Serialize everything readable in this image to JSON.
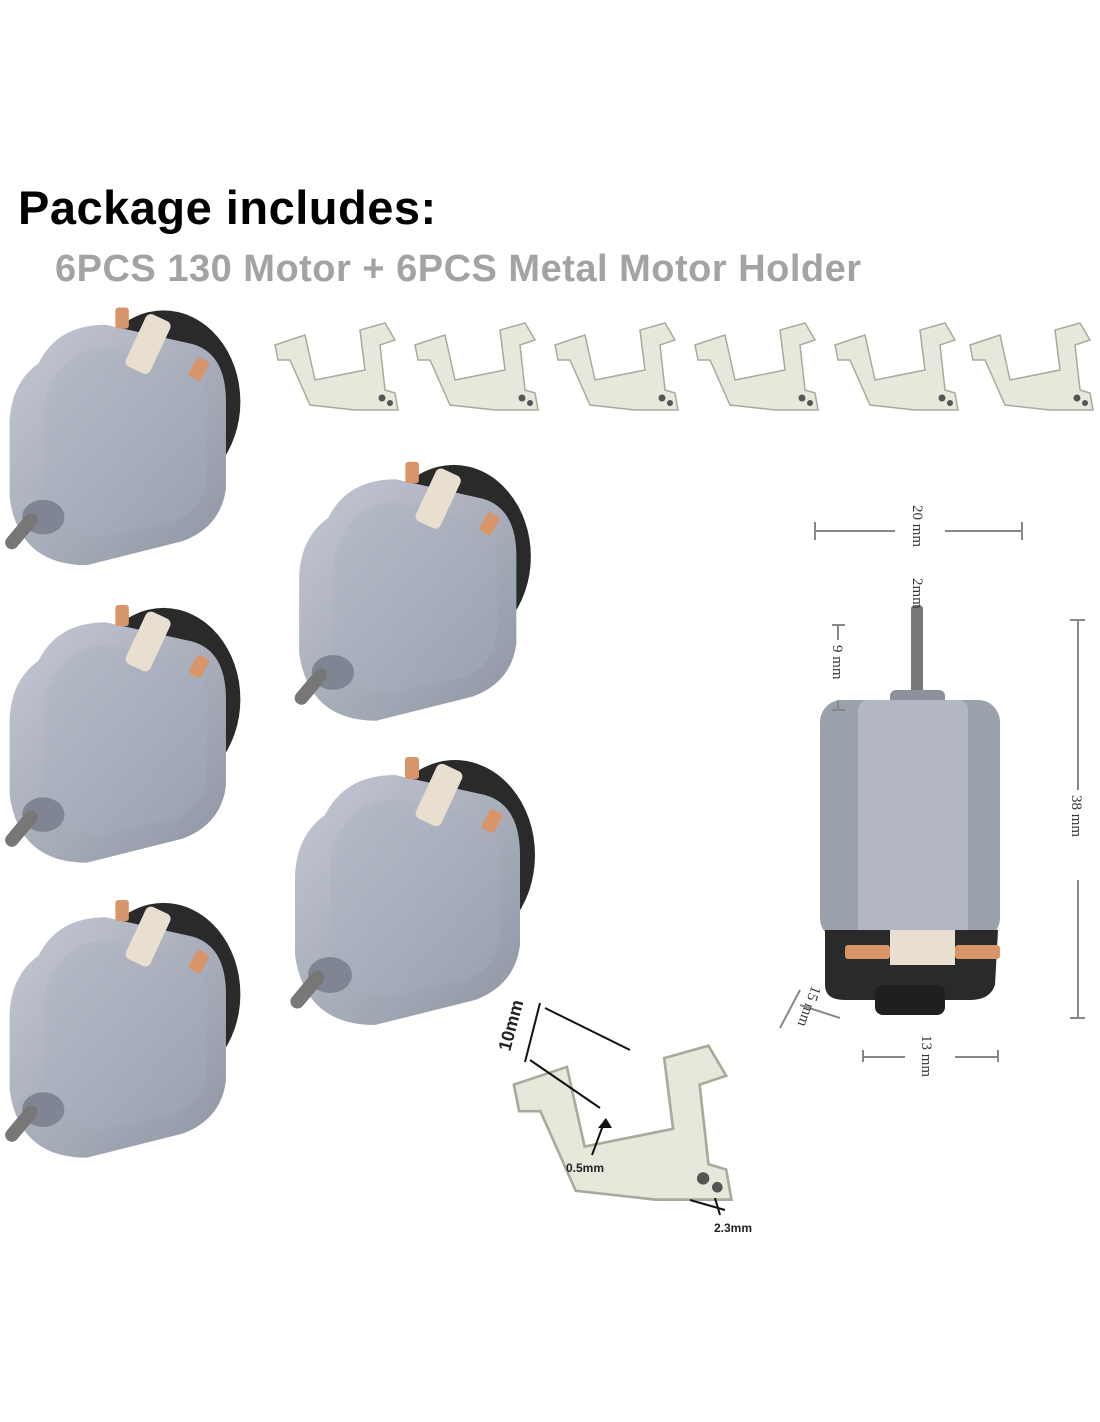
{
  "heading": {
    "title": "Package includes:",
    "subtitle": "6PCS 130 Motor + 6PCS Metal Motor Holder"
  },
  "motor_dimensions": {
    "width": "20 mm",
    "shaft_diameter": "2mm",
    "shaft_length": "9 mm",
    "length": "38 mm",
    "depth": "15 mm",
    "end_cap": "13 mm"
  },
  "holder_dimensions": {
    "width": "10mm",
    "thickness": "0.5mm",
    "hole": "2.3mm"
  },
  "colors": {
    "motor_body": "#a9aebc",
    "motor_cap": "#2a2a2a",
    "terminal": "#d9956a",
    "holder": "#e6e8dc"
  }
}
